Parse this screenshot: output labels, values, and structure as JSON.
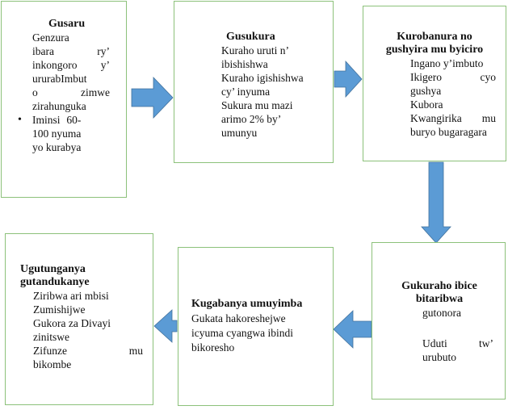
{
  "colors": {
    "box_border": "#8cc17a",
    "arrow_fill": "#5b9bd5"
  },
  "boxes": {
    "gusaru": {
      "title": "Gusaru",
      "lines": [
        "Genzura",
        "ibara ry’",
        "inkongoro y’",
        "ururabImbut",
        "o zimwe",
        "zirahunguka"
      ],
      "bullet": "•",
      "bullet_lines": [
        "Iminsi 60-",
        "100 nyuma",
        "yo kurabya"
      ]
    },
    "gusukura": {
      "title": "Gusukura",
      "lines": [
        "Kuraho uruti n’",
        "ibishishwa",
        "Kuraho igishishwa",
        "cy’ inyuma",
        "Sukura mu mazi",
        "arimo 2% by’",
        "umunyu"
      ]
    },
    "kurobanura": {
      "title_lines": [
        "Kurobanura no",
        "gushyira mu byiciro"
      ],
      "lines": [
        "Ingano y’imbuto",
        "Ikigero cyo",
        "gushya",
        "Kubora",
        "Kwangirika mu",
        "buryo bugaragara"
      ]
    },
    "gukuraho": {
      "title_lines": [
        "Gukuraho ibice",
        "bitaribwa"
      ],
      "lines": [
        "gutonora",
        "",
        "Uduti tw’",
        "urubuto"
      ]
    },
    "kugabanya": {
      "title": "Kugabanya umuyimba",
      "lines": [
        "Gukata hakoreshejwe",
        "icyuma cyangwa ibindi",
        "bikoresho"
      ]
    },
    "ugutunganya": {
      "title_lines": [
        "Ugutunganya",
        "gutandukanye"
      ],
      "lines": [
        "Ziribwa ari mbisi",
        "Zumishijwe",
        "Gukora za Divayi",
        "zinitswe",
        "Zifunze mu",
        "bikombe"
      ]
    }
  }
}
